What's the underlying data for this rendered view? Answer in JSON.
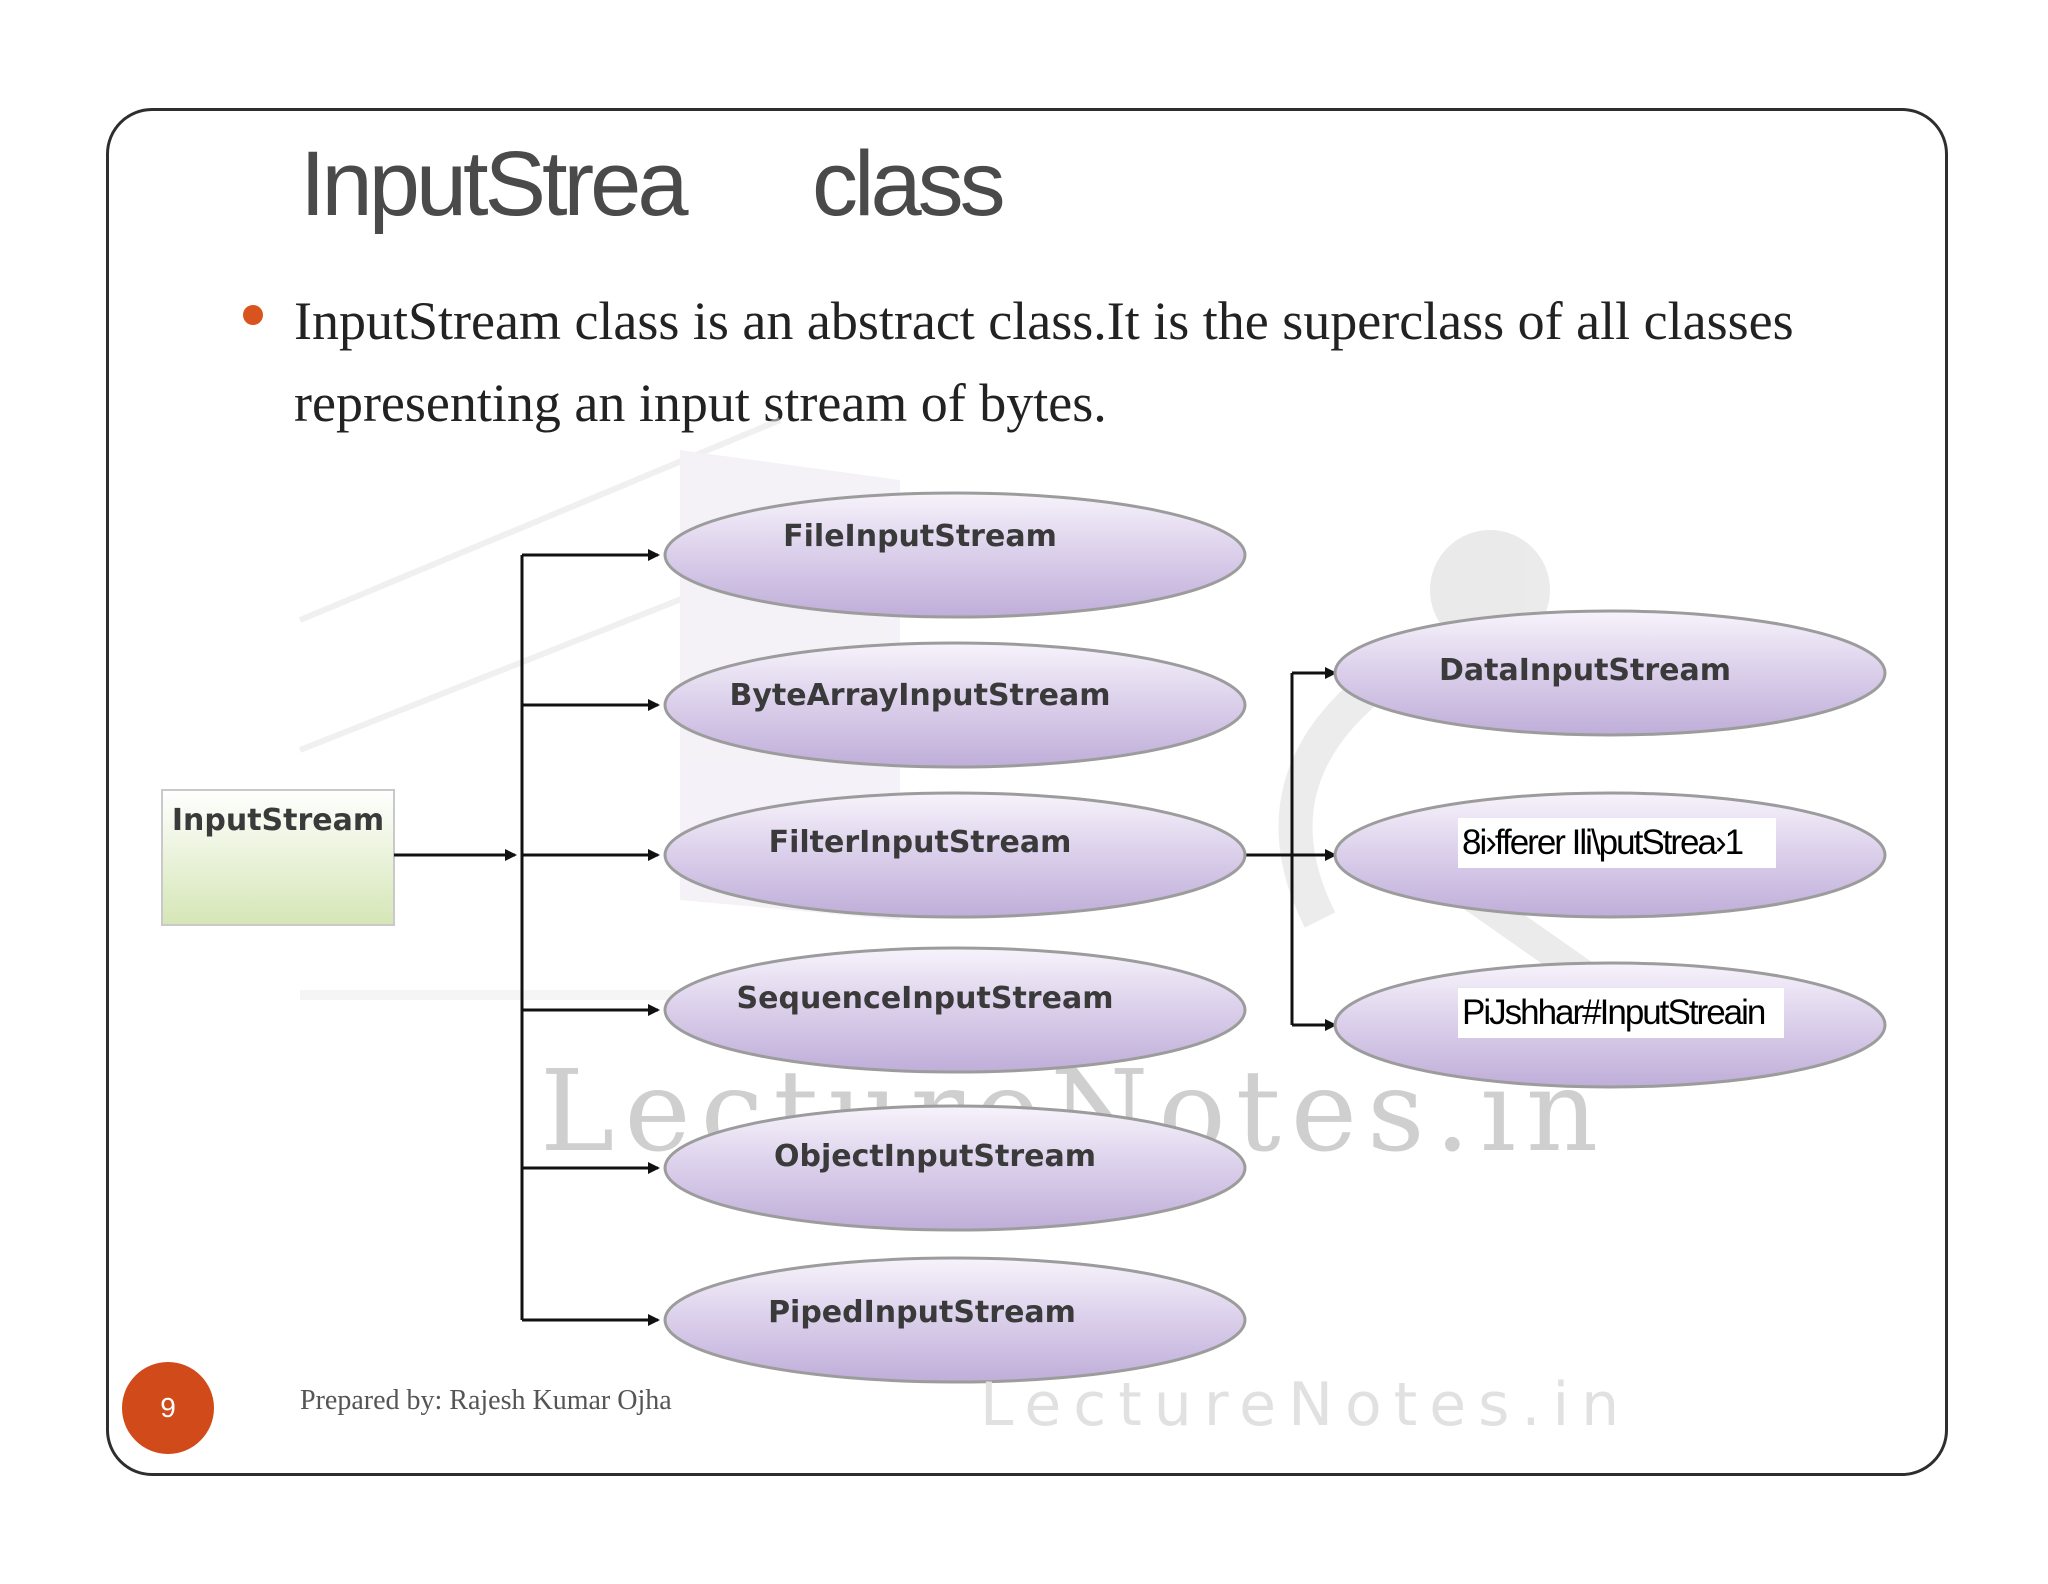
{
  "slide": {
    "title_part1": "InputStrea",
    "title_part2": "class",
    "bullet": "InputStream class is an abstract class.It is the superclass of all classes representing an input stream of bytes.",
    "footer": "Prepared by: Rajesh Kumar Ojha",
    "page_number": "9",
    "watermark": "LectureNotes.in",
    "footer_watermark": "LectureNotes.in"
  },
  "diagram": {
    "root": "InputStream",
    "children": [
      "FileInputStream",
      "ByteArrayInputStream",
      "FilterInputStream",
      "SequenceInputStream",
      "ObjectInputStream",
      "PipedInputStream"
    ],
    "filter_children": [
      "DataInputStream",
      "8i›fferer Ili\\putStrea›1",
      "PiJshhar#InputStreain"
    ]
  },
  "colors": {
    "title": "#4a4a4a",
    "bullet": "#d9531e",
    "badge": "#d14a1a",
    "ellipse_fill": "#ddd2ec",
    "root_box": "#e6efcf"
  }
}
